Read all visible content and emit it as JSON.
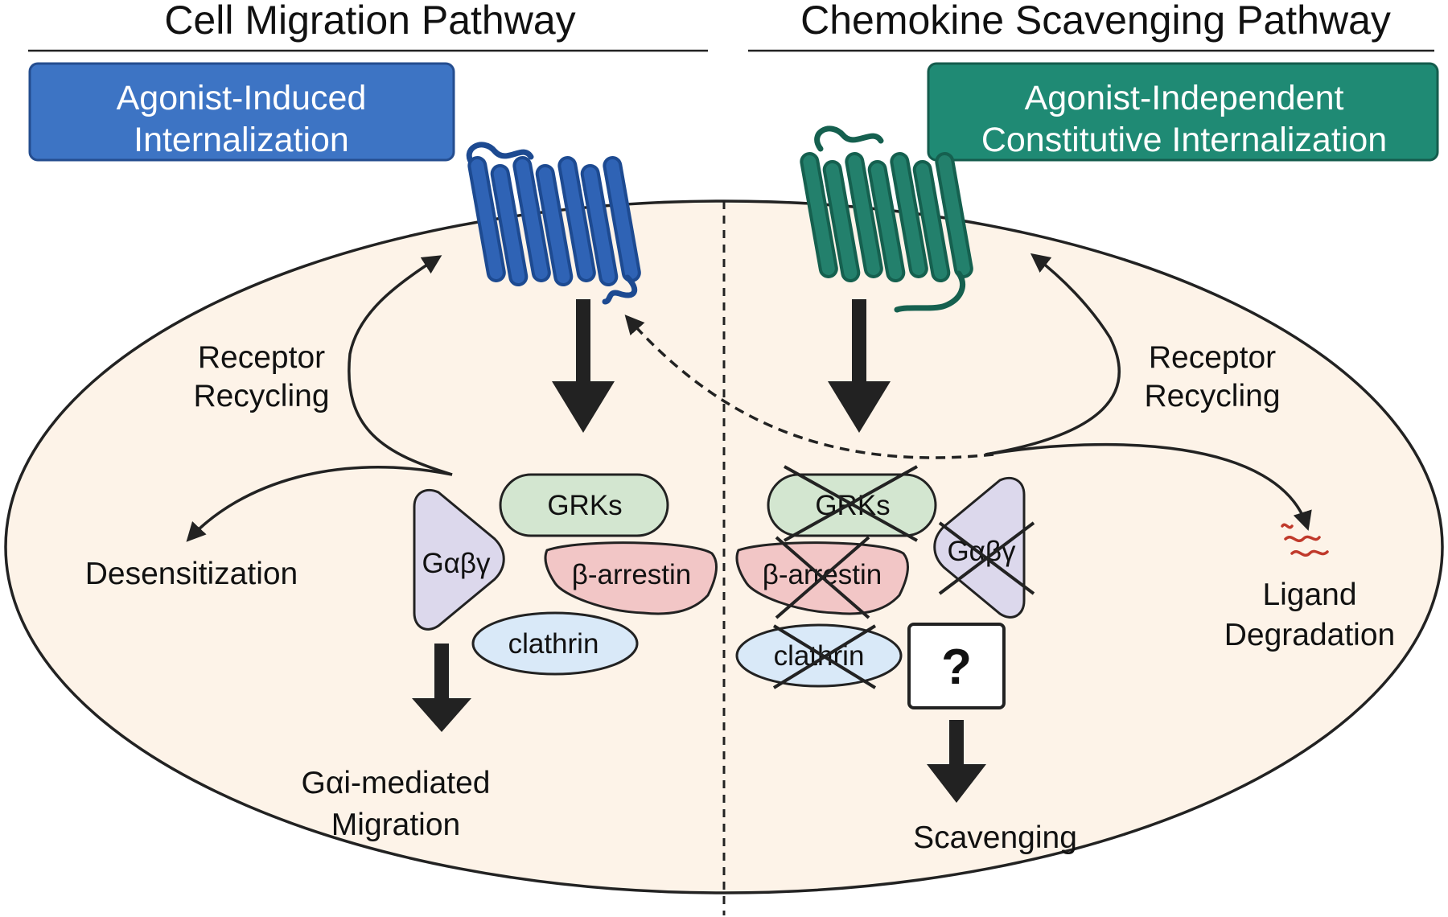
{
  "left": {
    "heading": "Cell Migration Pathway",
    "box_line1": "Agonist-Induced",
    "box_line2": "Internalization",
    "recycling_line1": "Receptor",
    "recycling_line2": "Recycling",
    "desensitization": "Desensitization",
    "migration_line1": "Gαi-mediated",
    "migration_line2": "Migration",
    "proteins": {
      "grks": "GRKs",
      "arrestin": "β-arrestin",
      "clathrin": "clathrin",
      "gprotein": "Gαβγ"
    }
  },
  "right": {
    "heading": "Chemokine Scavenging Pathway",
    "box_line1": "Agonist-Independent",
    "box_line2": "Constitutive Internalization",
    "recycling_line1": "Receptor",
    "recycling_line2": "Recycling",
    "ligand_line1": "Ligand",
    "ligand_line2": "Degradation",
    "scavenging": "Scavenging",
    "unknown": "?",
    "proteins": {
      "grks": "GRKs",
      "arrestin": "β-arrestin",
      "clathrin": "clathrin",
      "gprotein": "Gαβγ"
    }
  },
  "colors": {
    "agonist_induced_box": "#3d74c4",
    "agonist_independent_box": "#1f8a74",
    "left_receptor": "#2f63b5",
    "right_receptor": "#23806c",
    "cell_fill": "#fdf3e8",
    "grks_fill": "#d3e6d0",
    "arrestin_fill": "#f2c6c6",
    "clathrin_fill": "#d9e9f8",
    "gprotein_fill": "#dcd8ec",
    "ligand_color": "#c0392b"
  }
}
